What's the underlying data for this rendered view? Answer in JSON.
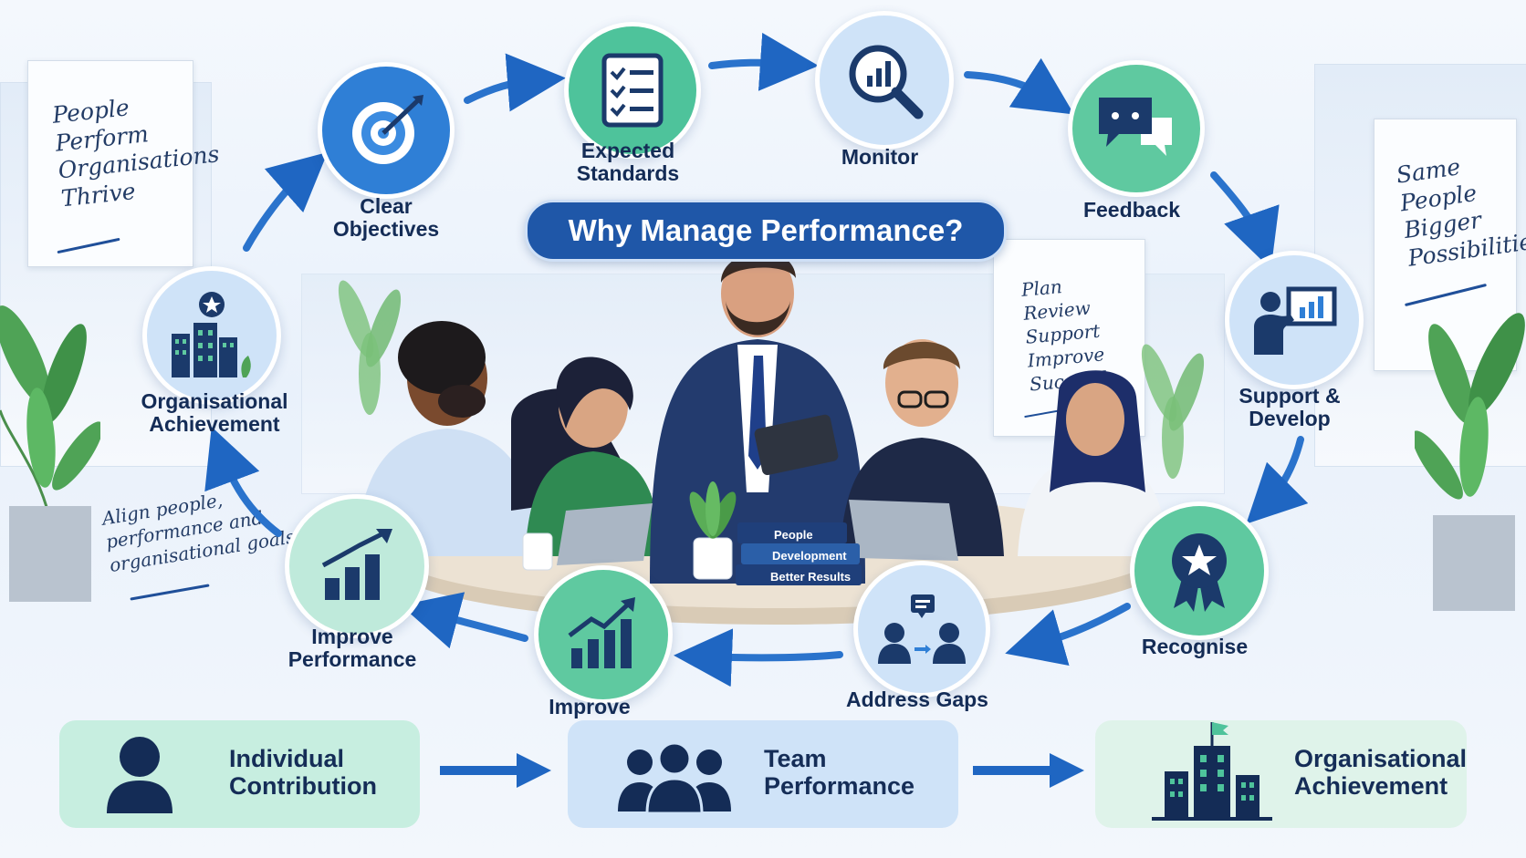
{
  "title": "Why Manage Performance?",
  "cycle": {
    "clear_objectives": "Clear Objectives",
    "expected_standards": "Expected Standards",
    "monitor": "Monitor",
    "feedback": "Feedback",
    "support_develop": "Support & Develop",
    "recognise": "Recognise",
    "address_gaps": "Address Gaps",
    "improve": "Improve",
    "improve_performance": "Improve Performance",
    "organisational_achievement": "Organisational Achievement"
  },
  "labels": {
    "clear": "Clear",
    "objectives": "Objectives",
    "expected": "Expected",
    "standards": "Standards",
    "support": "Support &",
    "develop": "Develop",
    "improve_perf_1": "Improve",
    "improve_perf_2": "Performance",
    "org_1": "Organisational",
    "org_2": "Achievement"
  },
  "notes": {
    "left_board": [
      "People",
      "Perform",
      "Organisations",
      "Thrive"
    ],
    "right_board": [
      "Same",
      "People",
      "Bigger",
      "Possibilities"
    ],
    "whiteboard": [
      "Plan",
      "Review",
      "Support",
      "Improve",
      "Succeed"
    ],
    "align": [
      "Align people,",
      "performance and",
      "organisational goals"
    ]
  },
  "books": [
    "People",
    "Development",
    "Better Results"
  ],
  "bottom": {
    "individual": [
      "Individual",
      "Contribution"
    ],
    "team": [
      "Team",
      "Performance"
    ],
    "organisational": [
      "Organisational",
      "Achievement"
    ]
  },
  "colors": {
    "navy": "#142c56",
    "blue_node": "#2f7fd6",
    "light_blue_node": "#cfe3f8",
    "green_node": "#5fc9a0",
    "mint_node": "#bfeadb",
    "title_bg": "#1f57a8"
  },
  "icons": [
    "target-icon",
    "checklist-icon",
    "magnifier-chart-icon",
    "chat-icon",
    "presenter-icon",
    "ribbon-star-icon",
    "team-gap-icon",
    "growth-chart-icon",
    "bar-growth-icon",
    "building-star-icon",
    "person-icon",
    "group-icon",
    "building-flag-icon"
  ]
}
